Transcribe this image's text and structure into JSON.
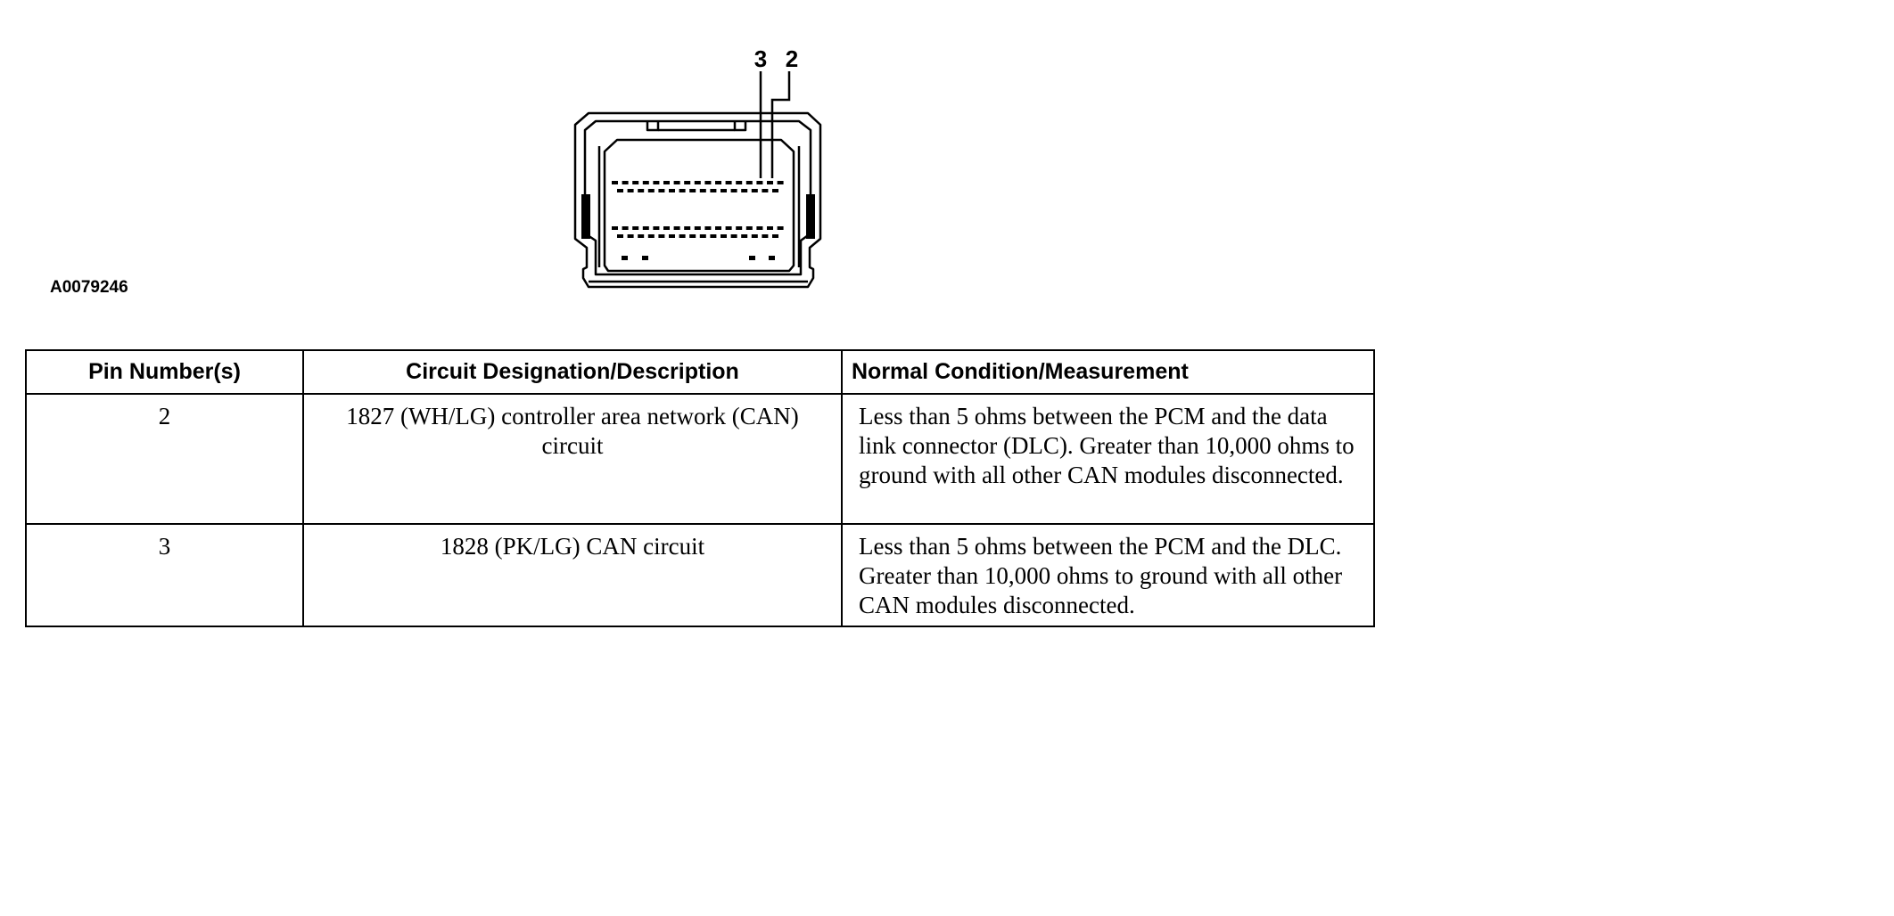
{
  "figure": {
    "id": "A0079246",
    "callouts": [
      "3",
      "2"
    ],
    "connector_icon": "pcm-connector-icon"
  },
  "table": {
    "headers": [
      "Pin Number(s)",
      "Circuit Designation/Description",
      "Normal Condition/Measurement"
    ],
    "rows": [
      {
        "pin": "2",
        "circuit": "1827 (WH/LG) controller area network (CAN) circuit",
        "measurement": "Less than 5 ohms between the PCM and the data link connector (DLC). Greater than 10,000 ohms to ground with all other CAN modules disconnected."
      },
      {
        "pin": "3",
        "circuit": "1828 (PK/LG) CAN circuit",
        "measurement": "Less than 5 ohms between the PCM and the DLC. Greater than 10,000 ohms to ground with all other CAN modules disconnected."
      }
    ]
  }
}
